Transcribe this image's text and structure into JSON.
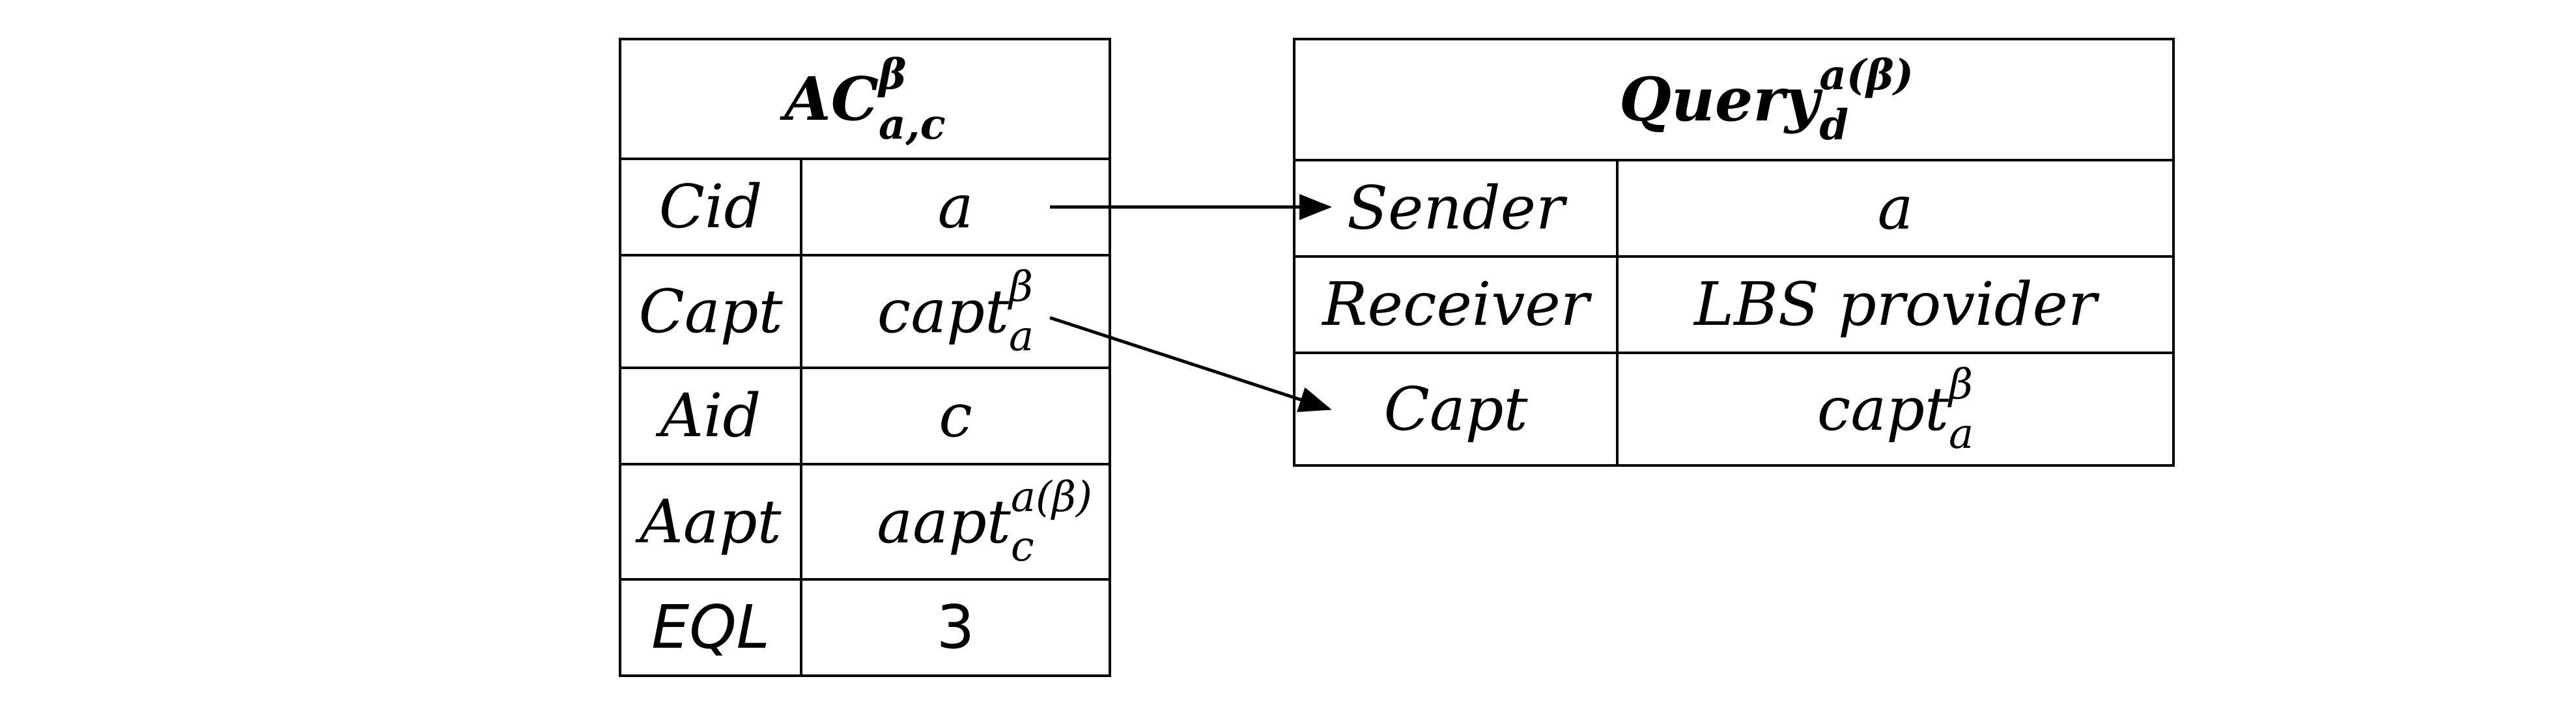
{
  "ac_table": {
    "title_base": "AC",
    "title_sup": "β",
    "title_sub": "a,c",
    "rows": [
      {
        "key": "Cid",
        "value": "a"
      },
      {
        "key": "Capt",
        "value_base": "capt",
        "value_sup": "β",
        "value_sub": "a"
      },
      {
        "key": "Aid",
        "value": "c"
      },
      {
        "key": "Aapt",
        "value_base": "aapt",
        "value_sup": "a(β)",
        "value_sub": "c"
      },
      {
        "key": "EQL",
        "value": "3"
      }
    ]
  },
  "query_table": {
    "title_base": "Query",
    "title_sup": "a(β)",
    "title_sub": "d",
    "rows": [
      {
        "key": "Sender",
        "value": "a"
      },
      {
        "key": "Receiver",
        "value": "LBS provider"
      },
      {
        "key": "Capt",
        "value_base": "capt",
        "value_sup": "β",
        "value_sub": "a"
      }
    ]
  }
}
